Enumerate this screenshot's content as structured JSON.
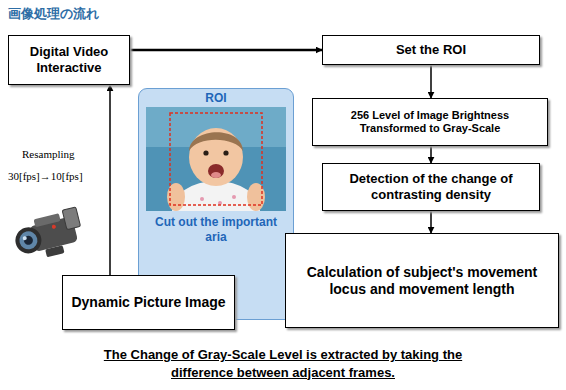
{
  "diagram": {
    "title": "画像処理の流れ",
    "caption": "The Change of Gray-Scale Level is extracted by taking the difference between adjacent frames.",
    "nodes": [
      {
        "text": [
          "Digital Video Interactive"
        ]
      },
      {
        "text": [
          "ROI",
          "Cut out the important aria"
        ]
      },
      {
        "text": [
          "Set the ROI"
        ]
      },
      {
        "text": [
          "256 Level of Image Brightness Transformed to Gray-Scale"
        ]
      },
      {
        "text": [
          "Detection of the change of contrasting density"
        ]
      },
      {
        "text": [
          "Calculation of subject's movement locus and movement length"
        ]
      },
      {
        "text": [
          "Dynamic Picture Image"
        ]
      }
    ],
    "edges": [
      {
        "from": 6,
        "to": 0,
        "arrow": "to"
      },
      {
        "from": 0,
        "to": 2,
        "arrow": "to"
      },
      {
        "from": 2,
        "to": 3,
        "arrow": "to"
      },
      {
        "from": 3,
        "to": 4,
        "arrow": "to"
      },
      {
        "from": 4,
        "to": 5,
        "arrow": "to"
      }
    ],
    "labels": [
      "Resampling",
      "30[fps]→10[fps]"
    ]
  }
}
